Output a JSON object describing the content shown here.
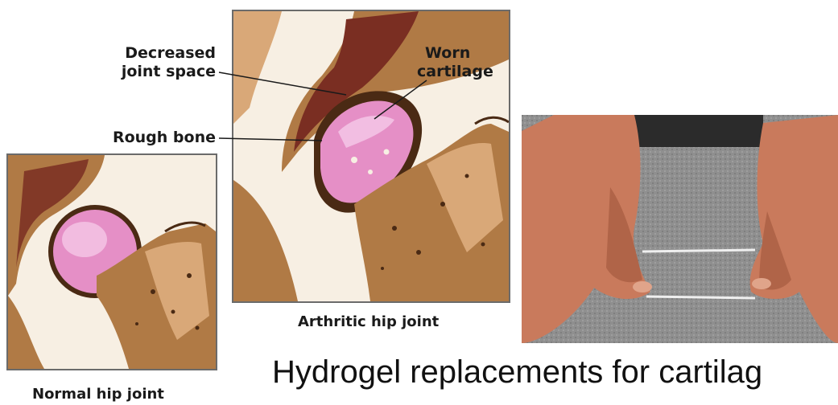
{
  "labels": {
    "decreased_joint_space": [
      "Decreased",
      "joint space"
    ],
    "worn_cartilage": [
      "Worn",
      "cartilage"
    ],
    "rough_bone": "Rough bone"
  },
  "captions": {
    "arthritic": "Arthritic hip joint",
    "normal": "Normal hip joint"
  },
  "title": "Hydrogel replacements for cartilag",
  "subtitle": "",
  "colors": {
    "bone": "#b07a45",
    "bone_light": "#d9a878",
    "marrow": "#7a2e22",
    "cartilage": "#e58fc6",
    "cartilage_light": "#f5c7e6",
    "dark_bone": "#4a2a14",
    "photo_bg": "#8f8f8f",
    "skin": "#c97a5c",
    "label_text": "#1a1a1a"
  }
}
